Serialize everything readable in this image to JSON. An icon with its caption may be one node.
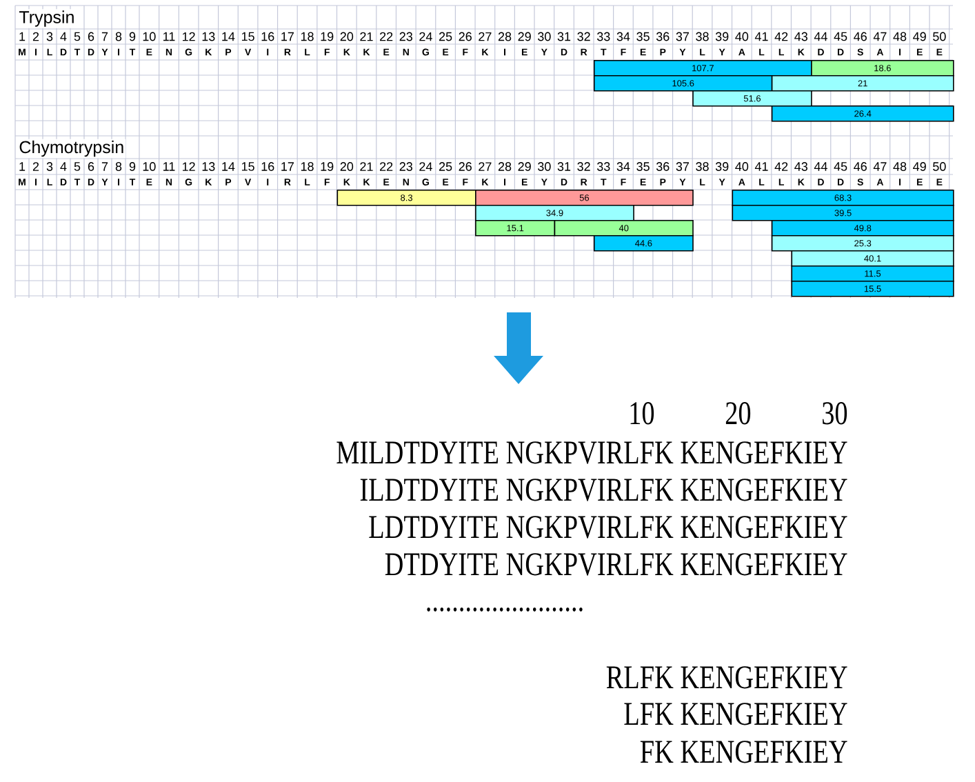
{
  "diagram": {
    "nodes": [
      {
        "text": [
          "107.7"
        ]
      },
      {
        "text": [
          "18.6"
        ]
      },
      {
        "text": [
          "105.6"
        ]
      },
      {
        "text": [
          "21"
        ]
      },
      {
        "text": [
          "51.6"
        ]
      },
      {
        "text": [
          "26.4"
        ]
      },
      {
        "text": [
          "8.3"
        ]
      },
      {
        "text": [
          "56"
        ]
      },
      {
        "text": [
          "68.3"
        ]
      },
      {
        "text": [
          "34.9"
        ]
      },
      {
        "text": [
          "39.5"
        ]
      },
      {
        "text": [
          "15.1"
        ]
      },
      {
        "text": [
          "40"
        ]
      },
      {
        "text": [
          "49.8"
        ]
      },
      {
        "text": [
          "44.6"
        ]
      },
      {
        "text": [
          "25.3"
        ]
      },
      {
        "text": [
          "40.1"
        ]
      },
      {
        "text": [
          "11.5"
        ]
      },
      {
        "text": [
          "15.5"
        ]
      }
    ],
    "labels": [
      "Trypsin",
      "1",
      "2",
      "3",
      "4",
      "5",
      "6",
      "7",
      "8",
      "9",
      "10",
      "11",
      "12",
      "13",
      "14",
      "15",
      "16",
      "17",
      "18",
      "19",
      "20",
      "21",
      "22",
      "23",
      "24",
      "25",
      "26",
      "27",
      "28",
      "29",
      "30",
      "31",
      "32",
      "33",
      "34",
      "35",
      "36",
      "37",
      "38",
      "39",
      "40",
      "41",
      "42",
      "43",
      "44",
      "45",
      "46",
      "47",
      "48",
      "49",
      "50",
      "M",
      "I",
      "L",
      "D",
      "T",
      "D",
      "Y",
      "I",
      "T",
      "E",
      "N",
      "G",
      "K",
      "P",
      "V",
      "I",
      "R",
      "L",
      "F",
      "K",
      "K",
      "E",
      "N",
      "G",
      "E",
      "F",
      "K",
      "I",
      "E",
      "Y",
      "D",
      "R",
      "T",
      "F",
      "E",
      "P",
      "Y",
      "L",
      "Y",
      "A",
      "L",
      "L",
      "K",
      "D",
      "D",
      "S",
      "A",
      "I",
      "E",
      "E",
      "Chymotrypsin",
      "1",
      "2",
      "3",
      "4",
      "5",
      "6",
      "7",
      "8",
      "9",
      "10",
      "11",
      "12",
      "13",
      "14",
      "15",
      "16",
      "17",
      "18",
      "19",
      "20",
      "21",
      "22",
      "23",
      "24",
      "25",
      "26",
      "27",
      "28",
      "29",
      "30",
      "31",
      "32",
      "33",
      "34",
      "35",
      "36",
      "37",
      "38",
      "39",
      "40",
      "41",
      "42",
      "43",
      "44",
      "45",
      "46",
      "47",
      "48",
      "49",
      "50",
      "M",
      "I",
      "L",
      "D",
      "T",
      "D",
      "Y",
      "I",
      "T",
      "E",
      "N",
      "G",
      "K",
      "P",
      "V",
      "I",
      "R",
      "L",
      "F",
      "K",
      "K",
      "E",
      "N",
      "G",
      "E",
      "F",
      "K",
      "I",
      "E",
      "Y",
      "D",
      "R",
      "T",
      "F",
      "E",
      "P",
      "Y",
      "L",
      "Y",
      "A",
      "L",
      "L",
      "K",
      "D",
      "D",
      "S",
      "A",
      "I",
      "E",
      "E",
      "10",
      "20",
      "30",
      "MILDTDYITE NGKPVIRLFK KENGEFKIEY",
      "ILDTDYITE NGKPVIRLFK KENGEFKIEY",
      "LDTDYITE NGKPVIRLFK KENGEFKIEY",
      "DTDYITE NGKPVIRLFK KENGEFKIEY",
      "........................",
      "RLFK KENGEFKIEY",
      "LFK KENGEFKIEY",
      "FK KENGEFKIEY"
    ]
  }
}
